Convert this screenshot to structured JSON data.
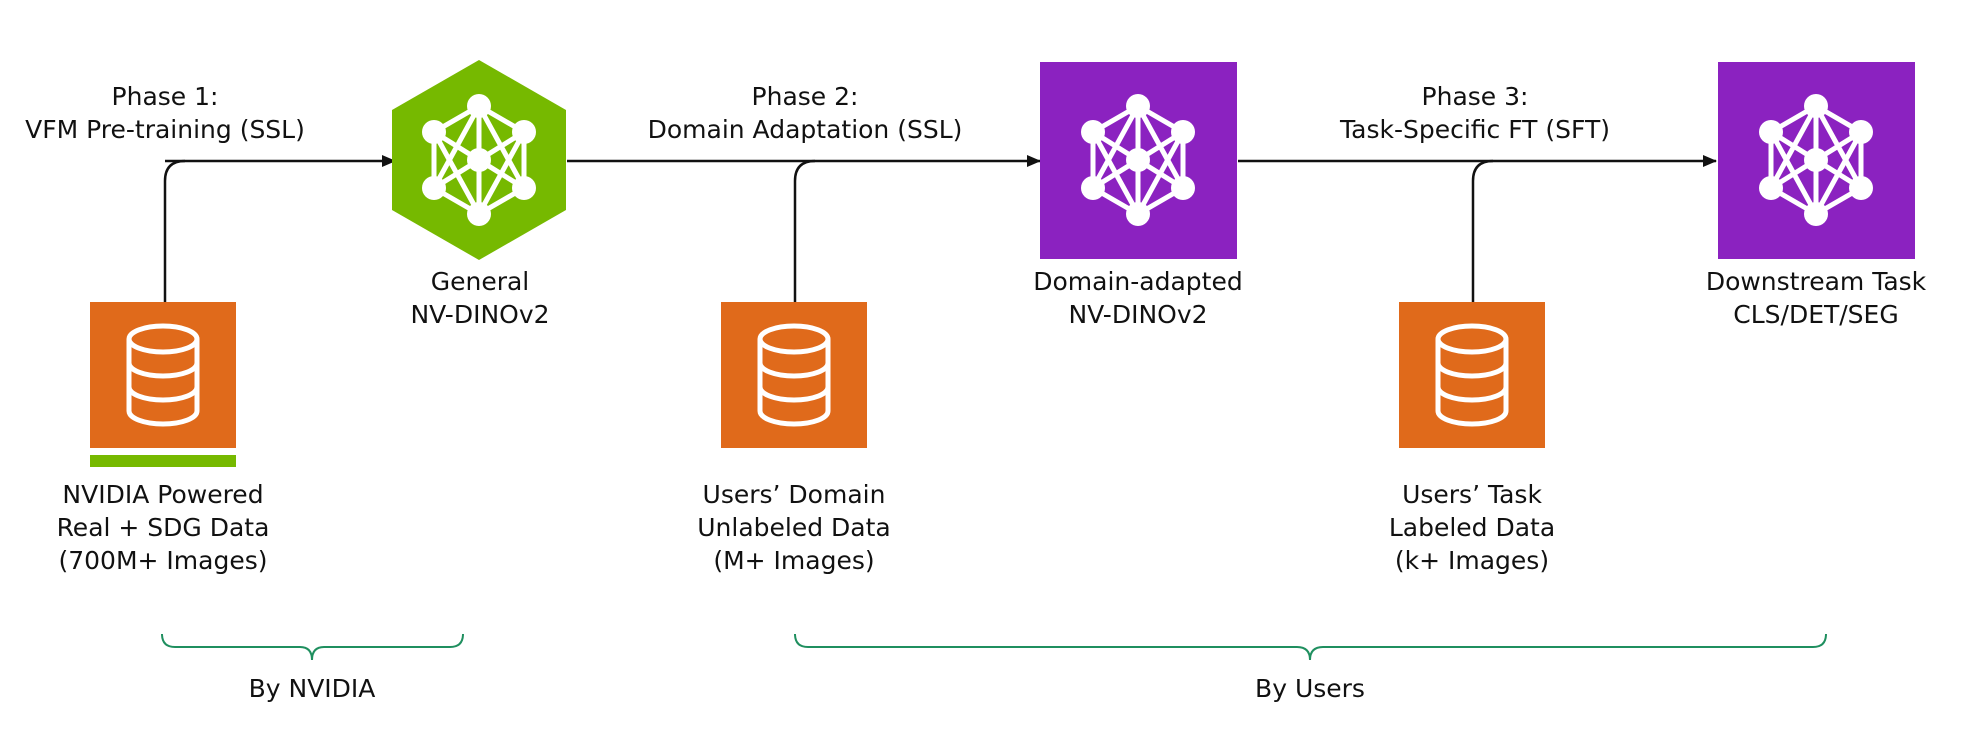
{
  "phases": [
    {
      "title": "Phase 1:",
      "subtitle": "VFM Pre-training (SSL)"
    },
    {
      "title": "Phase 2:",
      "subtitle": "Domain Adaptation (SSL)"
    },
    {
      "title": "Phase 3:",
      "subtitle": "Task-Specific FT (SFT)"
    }
  ],
  "models": [
    {
      "line1": "General",
      "line2": "NV-DINOv2",
      "shape": "hexagon",
      "color": "#76b900",
      "icon": "neural-network-icon"
    },
    {
      "line1": "Domain-adapted",
      "line2": "NV-DINOv2",
      "shape": "square",
      "color": "#8b22c0",
      "icon": "neural-network-icon"
    },
    {
      "line1": "Downstream Task",
      "line2": "CLS/DET/SEG",
      "shape": "square",
      "color": "#8b22c0",
      "icon": "neural-network-icon"
    }
  ],
  "datasets": [
    {
      "line1": "NVIDIA Powered",
      "line2": "Real + SDG Data",
      "line3": "(700M+ Images)",
      "color": "#e06a1b",
      "icon": "database-icon",
      "underline_color": "#76b900"
    },
    {
      "line1": "Users’ Domain",
      "line2": "Unlabeled Data",
      "line3": "(M+ Images)",
      "color": "#e06a1b",
      "icon": "database-icon"
    },
    {
      "line1": "Users’ Task",
      "line2": "Labeled Data",
      "line3": "(k+ Images)",
      "color": "#e06a1b",
      "icon": "database-icon"
    }
  ],
  "groups": [
    {
      "label": "By NVIDIA",
      "color": "#1f8f5f"
    },
    {
      "label": "By Users",
      "color": "#1f8f5f"
    }
  ]
}
